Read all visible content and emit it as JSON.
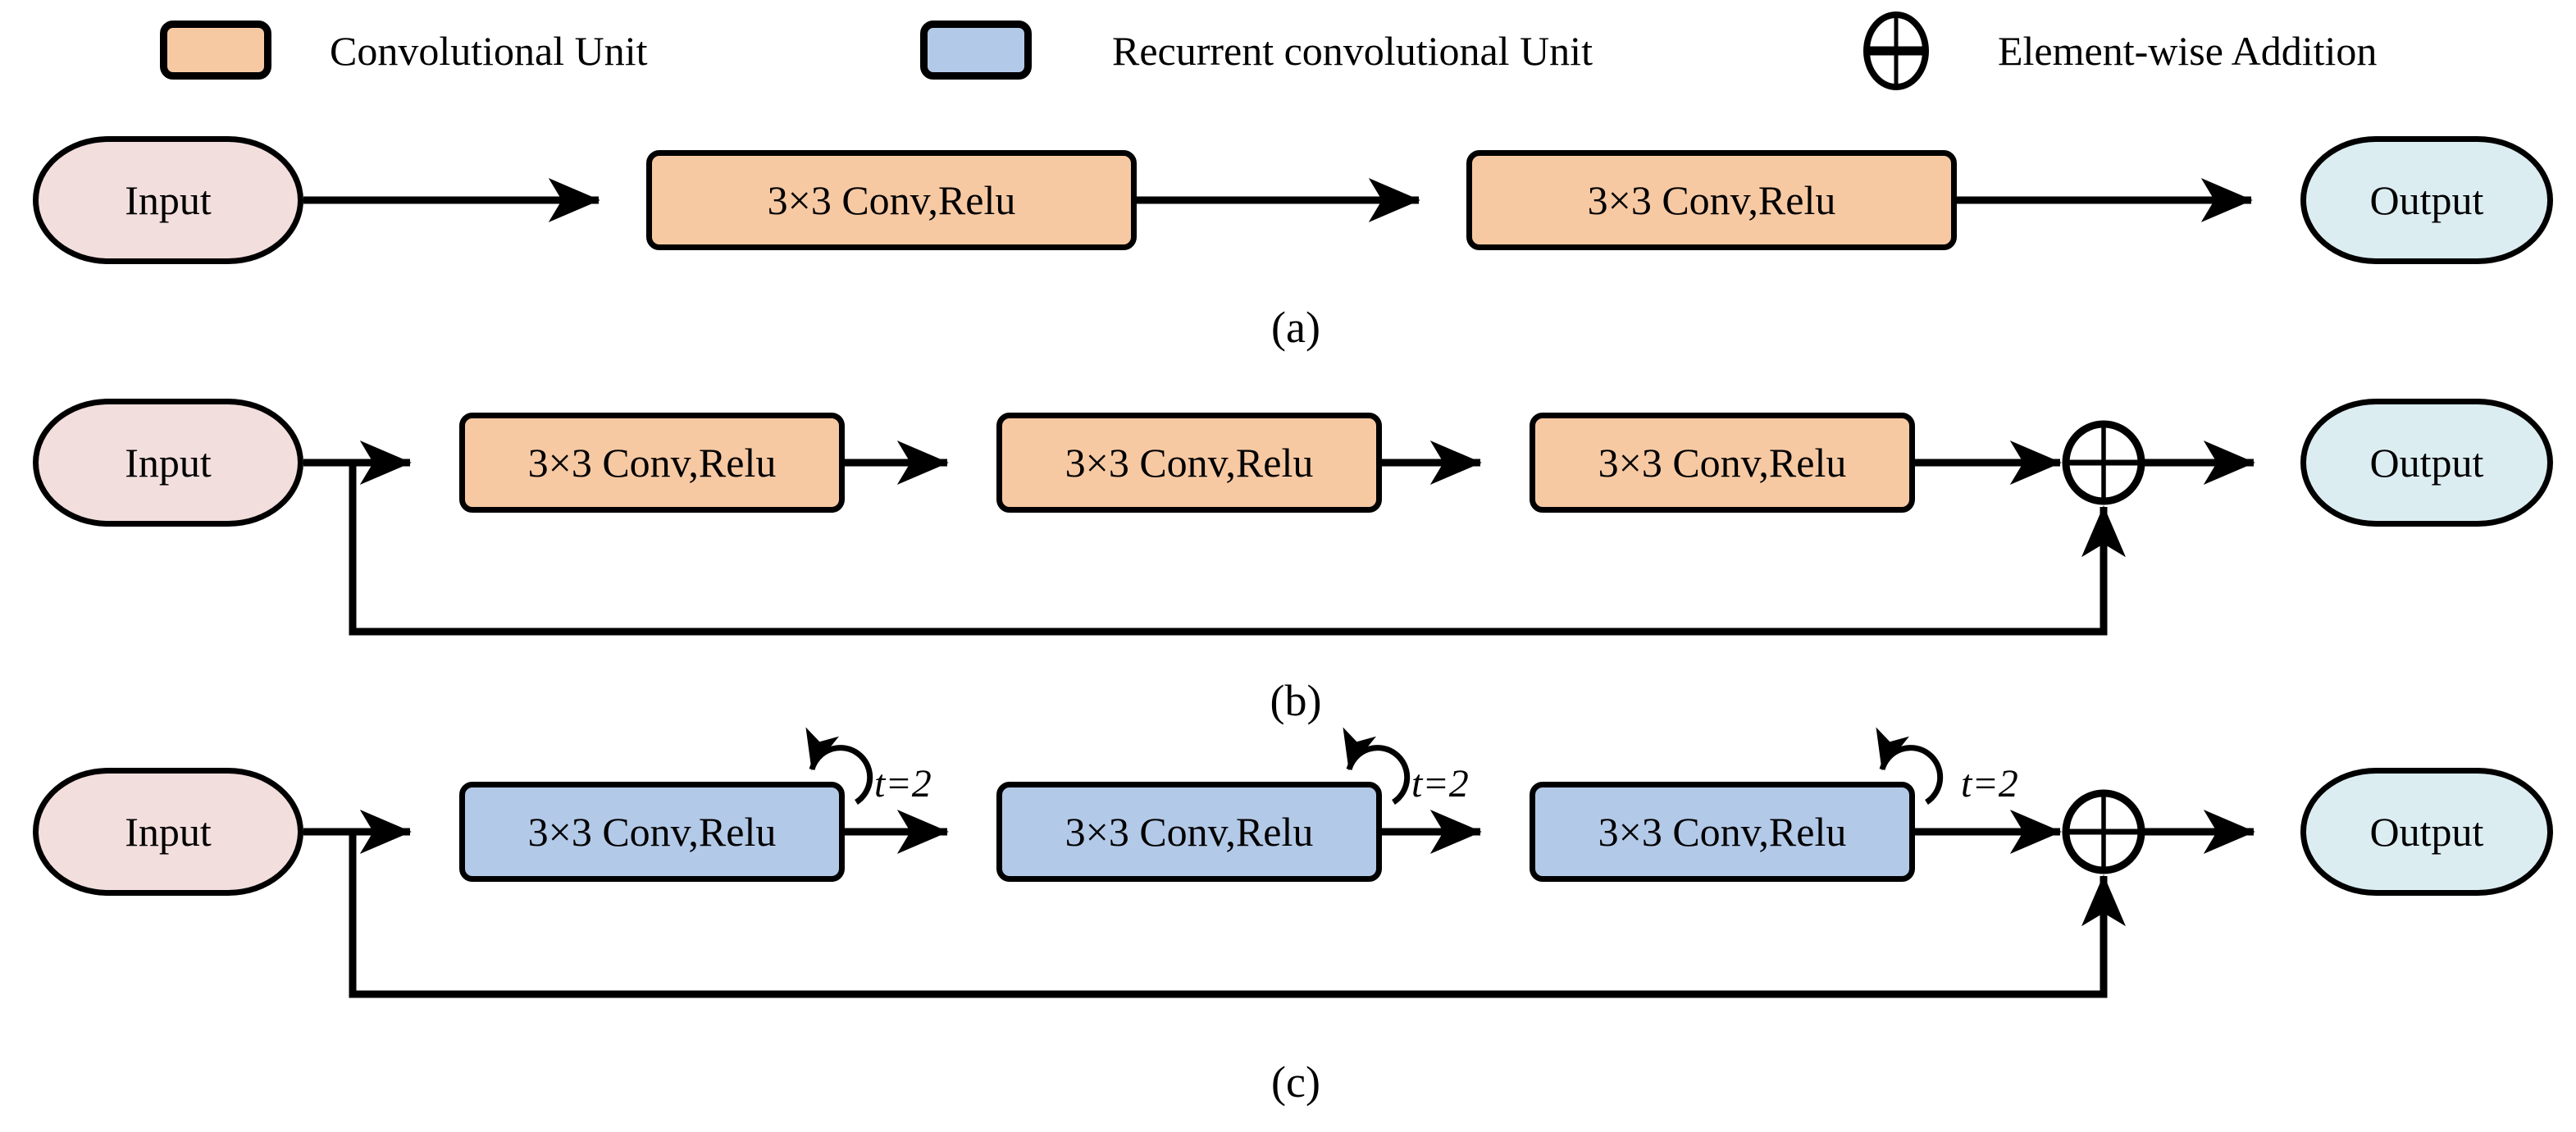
{
  "figure": {
    "legend": {
      "items": [
        {
          "label": "Convolutional Unit",
          "swatch_color": "#f7c9a3"
        },
        {
          "label": "Recurrent convolutional Unit",
          "swatch_color": "#b3c9e8"
        },
        {
          "label": "Element-wise Addition",
          "icon": "plus-circle-icon"
        }
      ]
    },
    "rows": [
      {
        "caption": "(a)",
        "input_label": "Input",
        "output_label": "Output",
        "unit_type": "conv",
        "boxes": [
          "3×3 Conv,Relu",
          "3×3 Conv,Relu"
        ]
      },
      {
        "caption": "(b)",
        "input_label": "Input",
        "output_label": "Output",
        "unit_type": "conv",
        "has_skip_connection": true,
        "boxes": [
          "3×3 Conv,Relu",
          "3×3 Conv,Relu",
          "3×3 Conv,Relu"
        ]
      },
      {
        "caption": "(c)",
        "input_label": "Input",
        "output_label": "Output",
        "unit_type": "recurrent",
        "has_skip_connection": true,
        "recurrence_label": "t=2",
        "boxes": [
          "3×3 Conv,Relu",
          "3×3 Conv,Relu",
          "3×3 Conv,Relu"
        ]
      }
    ],
    "colors": {
      "conv_unit": "#f7c9a3",
      "recurrent_unit": "#b3c9e8",
      "input_node": "#f2dedd",
      "output_node": "#dcedf2",
      "line": "#000000"
    }
  }
}
